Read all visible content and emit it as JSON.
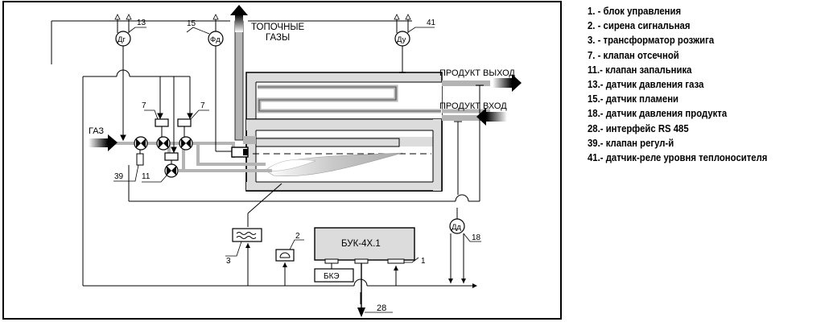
{
  "labels": {
    "flue_gases_line1": "ТОПОЧНЫЕ",
    "flue_gases_line2": "ГАЗЫ",
    "gas": "ГАЗ",
    "product_out": "ПРОДУКТ ВЫХОД",
    "product_in": "ПРОДУКТ ВХОД",
    "controller": "БУК-4Х.1",
    "bke": "БКЭ",
    "sensor_gas_pressure": "Дг",
    "sensor_flame": "Фд",
    "sensor_level": "Ду",
    "sensor_product_pressure": "Дд"
  },
  "callouts": {
    "c1": "1",
    "c2": "2",
    "c3": "3",
    "c7a": "7",
    "c7b": "7",
    "c11": "11",
    "c13": "13",
    "c15": "15",
    "c18": "18",
    "c28": "28",
    "c39": "39",
    "c41": "41"
  },
  "legend": [
    "1. - блок управления",
    "2. - сирена сигнальная",
    "3. - трансформатор розжига",
    "7. - клапан отсечной",
    "11.- клапан запальника",
    "13.- датчик давления газа",
    "15.- датчик пламени",
    "18.- датчик давления продукта",
    "28.- интерфейс RS 485",
    "39.- клапан регул-й",
    "41.- датчик-реле уровня теплоносителя"
  ],
  "colors": {
    "line": "#000000",
    "pipe_gray": "#b4b4b4",
    "furnace_fill": "#dcdcdc",
    "flame": "#c8c8c8"
  }
}
